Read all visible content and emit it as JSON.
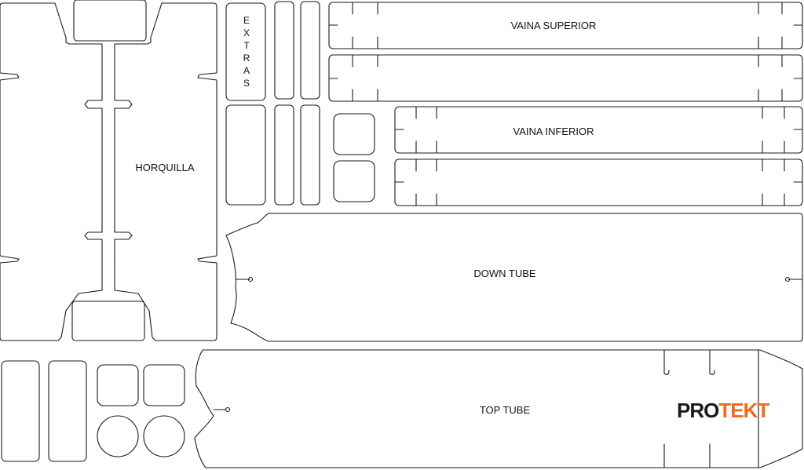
{
  "labels": {
    "horquilla": "HORQUILLA",
    "extras": [
      "E",
      "X",
      "T",
      "R",
      "A",
      "S"
    ],
    "vaina_superior": "VAINA SUPERIOR",
    "vaina_inferior": "VAINA INFERIOR",
    "down_tube": "DOWN TUBE",
    "top_tube": "TOP TUBE"
  },
  "brand": {
    "logo_part1": "PRO",
    "logo_part2": "TEKT",
    "color_dark": "#1a1a1a",
    "color_accent": "#f26a1b"
  }
}
